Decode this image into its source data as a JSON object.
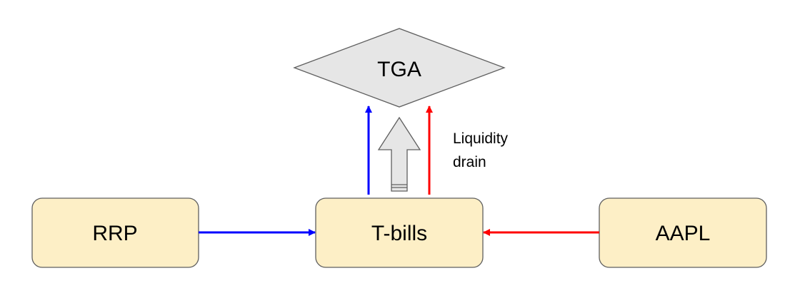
{
  "nodes": {
    "tga": {
      "label": "TGA"
    },
    "rrp": {
      "label": "RRP"
    },
    "tbills": {
      "label": "T-bills"
    },
    "aapl": {
      "label": "AAPL"
    }
  },
  "annotation": {
    "line1": "Liquidity",
    "line2": "drain"
  },
  "colors": {
    "box_fill": "#fdefc6",
    "box_stroke": "#5f5f5f",
    "diamond_fill": "#e6e6e6",
    "blue_arrow": "#0000ff",
    "red_arrow": "#ff0000",
    "big_arrow_fill": "#e6e6e6"
  }
}
